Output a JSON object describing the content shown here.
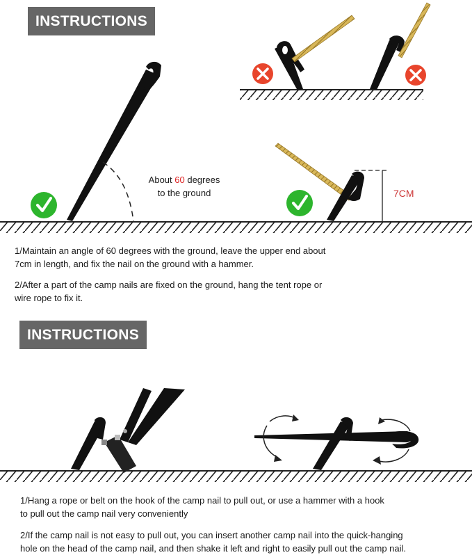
{
  "section1": {
    "banner": "INSTRUCTIONS",
    "angle_note_prefix": "About ",
    "angle_value": "60",
    "angle_note_suffix": " degrees",
    "angle_note_line2": "to the ground",
    "height_label": "7CM",
    "step1_line1": "1/Maintain an angle of 60 degrees with the ground, leave the upper end about",
    "step1_line2": "7cm in length, and fix the nail on the ground with a hammer.",
    "step2_line1": "2/After a part of the camp nails are fixed on the ground, hang the tent rope or",
    "step2_line2": "wire rope to fix it."
  },
  "section2": {
    "banner": "INSTRUCTIONS",
    "step1_line1": "1/Hang a rope or belt on the hook of the camp nail to pull out, or use a hammer with a hook",
    "step1_line2": "to pull out the camp nail very conveniently",
    "step2_line1": "2/If the camp nail is not easy to pull out, you can insert another camp nail into the quick-hanging",
    "step2_line2": "hole on the head of the camp nail, and then shake it left and right to easily pull out the camp nail."
  },
  "colors": {
    "banner_bg": "#666666",
    "correct": "#2db52d",
    "wrong": "#e8452c",
    "highlight": "#dd2222",
    "rope": "#c9a64a"
  },
  "icons": [
    "check-icon",
    "cross-icon",
    "hammer-icon",
    "rotate-arrow-icon"
  ]
}
